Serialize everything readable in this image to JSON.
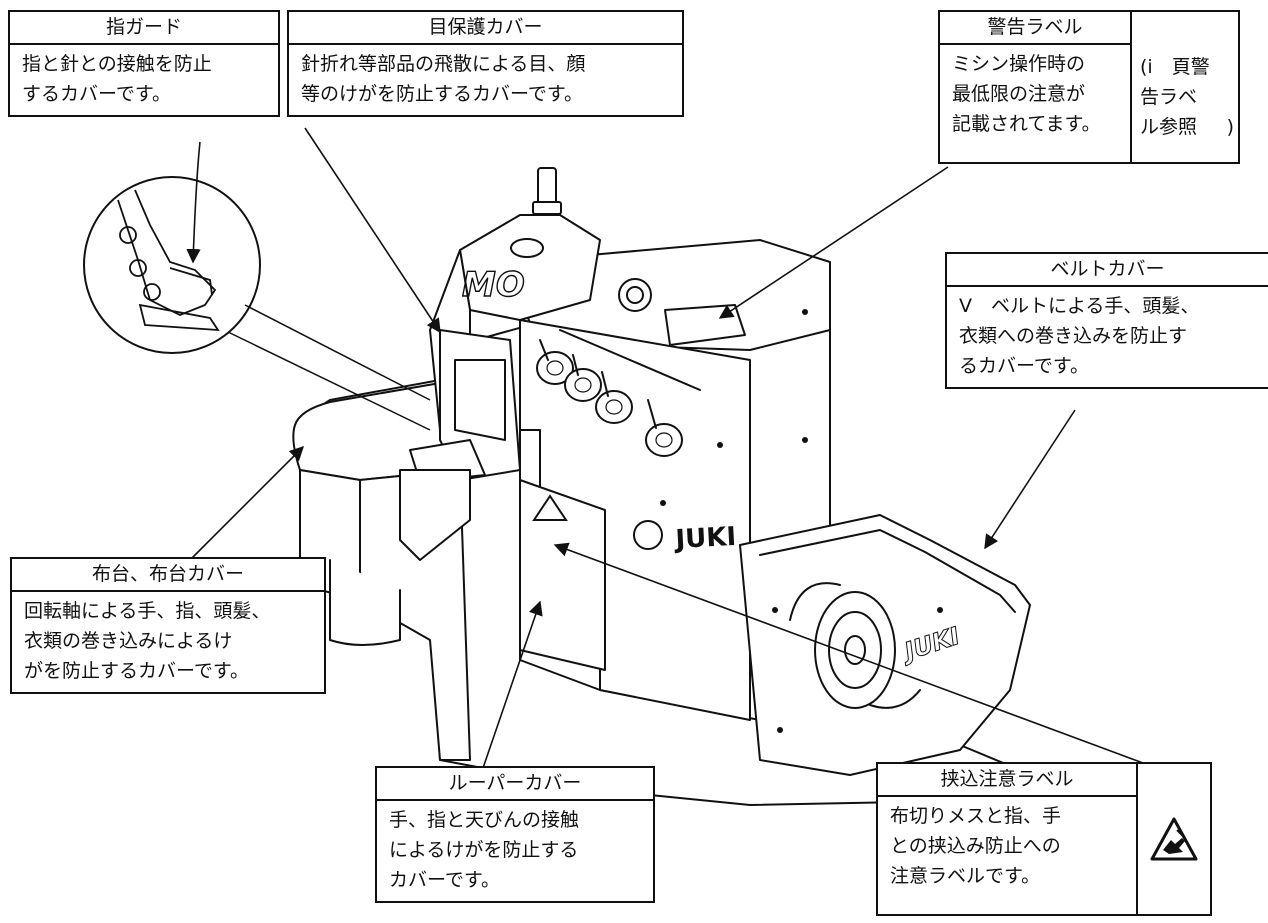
{
  "callouts": {
    "finger_guard": {
      "title": "指ガード",
      "text": "指と針との接触を防止\nするカバーです。"
    },
    "eye_cover": {
      "title": "目保護カバー",
      "text": "針折れ等部品の飛散による目、顔\n等のけがを防止するカバーです。"
    },
    "warning_label": {
      "title": "警告ラベル",
      "text": "ミシン操作時の\n最低限の注意が\n記載されてます。",
      "ref_text": "(i　頁警\n告ラベ\nル参照",
      "ref_close": ")"
    },
    "belt_cover": {
      "title": "ベルトカバー",
      "text": "V　ベルトによる手、頭髪、\n衣類への巻き込みを防止す\nるカバーです。"
    },
    "table_cover": {
      "title": "布台、布台カバー",
      "text": "回転軸による手、指、頭髪、\n衣類の巻き込みによるけ\nがを防止するカバーです。"
    },
    "looper_cover": {
      "title": "ルーパーカバー",
      "text": "手、指と天びんの接触\nによるけがを防止する\nカバーです。"
    },
    "pinch_label": {
      "title": "挟込注意ラベル",
      "text": "布切りメスと指、手\nとの挟込み防止への\n注意ラベルです。"
    }
  },
  "machine": {
    "brand_front": "JUKI",
    "brand_pulley": "JUKI",
    "model_badge": "MO"
  },
  "icons": [
    "warning-hand-pinch-icon"
  ]
}
